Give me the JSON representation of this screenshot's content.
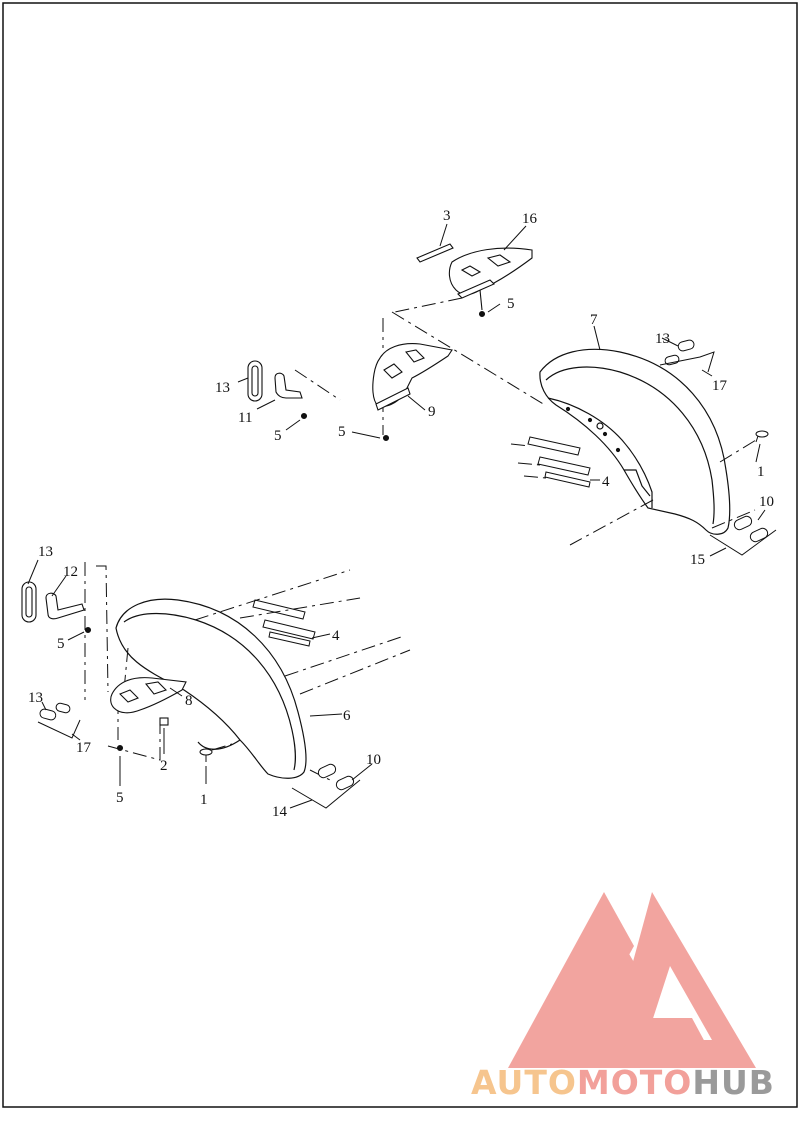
{
  "callouts": {
    "c1a": "1",
    "c1b": "1",
    "c2": "2",
    "c3": "3",
    "c4a": "4",
    "c4b": "4",
    "c5a": "5",
    "c5b": "5",
    "c5c": "5",
    "c5d": "5",
    "c5e": "5",
    "c6": "6",
    "c7": "7",
    "c8": "8",
    "c9": "9",
    "c10a": "10",
    "c10b": "10",
    "c11": "11",
    "c12": "12",
    "c13a": "13",
    "c13b": "13",
    "c13c": "13",
    "c13d": "13",
    "c14": "14",
    "c15": "15",
    "c16": "16",
    "c17a": "17",
    "c17b": "17"
  },
  "watermark": {
    "part1": "AUTO",
    "part2": "MOTO",
    "part3": "HUB"
  },
  "colors": {
    "line": "#111111",
    "logo_red": "#f2a09a",
    "logo_orange": "#f6c58e",
    "logo_gray": "#9a9a9a"
  }
}
